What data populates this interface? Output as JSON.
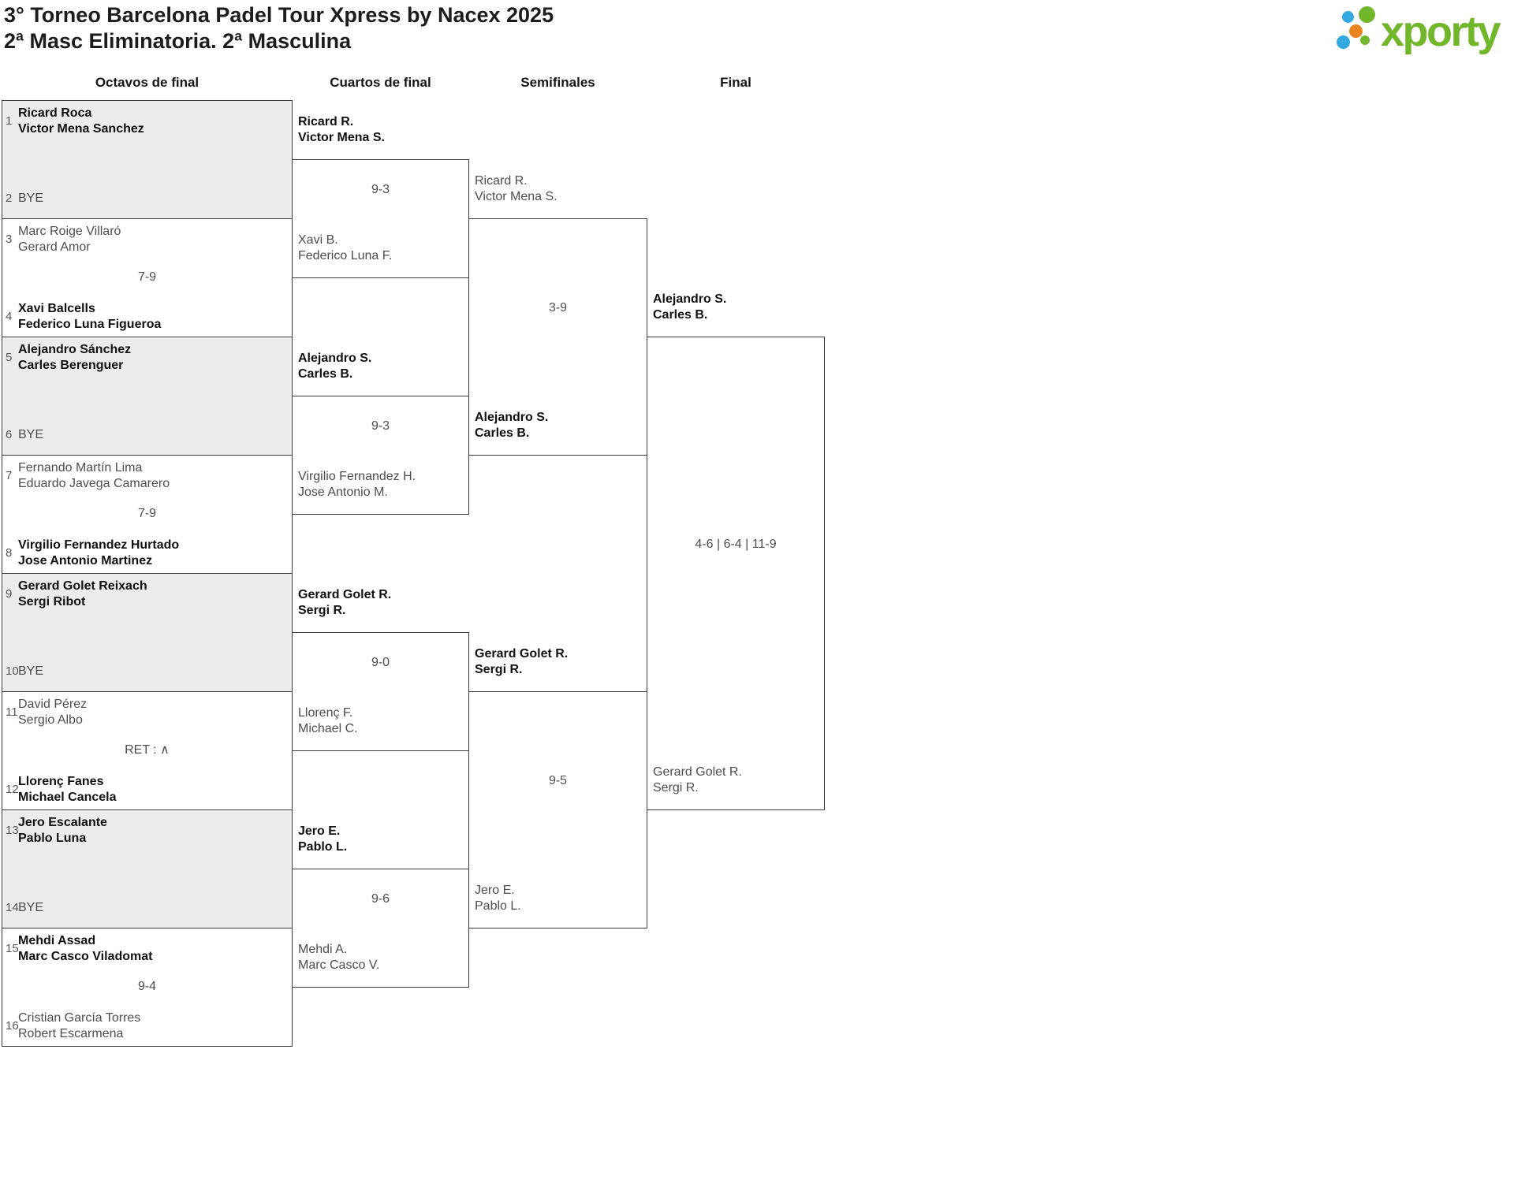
{
  "header": {
    "title_line1": "3° Torneo Barcelona Padel Tour Xpress by Nacex 2025",
    "title_line2": "2ª Masc Eliminatoria. 2ª Masculina",
    "logo": {
      "text": "xporty"
    }
  },
  "rounds": [
    "Octavos de final",
    "Cuartos de final",
    "Semifinales",
    "Final"
  ],
  "colors": {
    "bye_background": "#ececec",
    "box_border": "#3d3d3d",
    "winner_text": "#111111",
    "normal_text": "#4d4d4d",
    "logo_green": "#72b62c",
    "logo_blue": "#33a9e0",
    "logo_orange": "#ea8420"
  },
  "bracket": {
    "round_of_16": [
      {
        "seed_top": "1",
        "team_top": [
          "Ricard Roca",
          "Victor Mena Sanchez"
        ],
        "top_winner": true,
        "seed_bottom": "2",
        "team_bottom": [
          "BYE"
        ],
        "bottom_winner": false,
        "score": "",
        "bye": true
      },
      {
        "seed_top": "3",
        "team_top": [
          "Marc Roige Villaró",
          "Gerard Amor"
        ],
        "top_winner": false,
        "seed_bottom": "4",
        "team_bottom": [
          "Xavi Balcells",
          "Federico Luna Figueroa"
        ],
        "bottom_winner": true,
        "score": "7-9",
        "bye": false
      },
      {
        "seed_top": "5",
        "team_top": [
          "Alejandro Sánchez",
          "Carles Berenguer"
        ],
        "top_winner": true,
        "seed_bottom": "6",
        "team_bottom": [
          "BYE"
        ],
        "bottom_winner": false,
        "score": "",
        "bye": true
      },
      {
        "seed_top": "7",
        "team_top": [
          "Fernando Martín Lima",
          "Eduardo Javega Camarero"
        ],
        "top_winner": false,
        "seed_bottom": "8",
        "team_bottom": [
          "Virgilio Fernandez Hurtado",
          "Jose Antonio Martinez"
        ],
        "bottom_winner": true,
        "score": "7-9",
        "bye": false
      },
      {
        "seed_top": "9",
        "team_top": [
          "Gerard Golet Reixach",
          "Sergi Ribot"
        ],
        "top_winner": true,
        "seed_bottom": "10",
        "team_bottom": [
          "BYE"
        ],
        "bottom_winner": false,
        "score": "",
        "bye": true
      },
      {
        "seed_top": "11",
        "team_top": [
          "David Pérez",
          "Sergio Albo"
        ],
        "top_winner": false,
        "seed_bottom": "12",
        "team_bottom": [
          "Llorenç Fanes",
          "Michael Cancela"
        ],
        "bottom_winner": true,
        "score": "RET : ∧",
        "bye": false
      },
      {
        "seed_top": "13",
        "team_top": [
          "Jero Escalante",
          "Pablo Luna"
        ],
        "top_winner": true,
        "seed_bottom": "14",
        "team_bottom": [
          "BYE"
        ],
        "bottom_winner": false,
        "score": "",
        "bye": true
      },
      {
        "seed_top": "15",
        "team_top": [
          "Mehdi Assad",
          "Marc Casco Viladomat"
        ],
        "top_winner": true,
        "seed_bottom": "16",
        "team_bottom": [
          "Cristian García Torres",
          "Robert Escarmena"
        ],
        "bottom_winner": false,
        "score": "9-4",
        "bye": false
      }
    ],
    "quarterfinals": [
      {
        "team_top": [
          "Ricard R.",
          "Victor Mena S."
        ],
        "top_winner": true,
        "team_bottom": [
          "Xavi B.",
          "Federico Luna F."
        ],
        "bottom_winner": false,
        "score": "9-3"
      },
      {
        "team_top": [
          "Alejandro S.",
          "Carles B."
        ],
        "top_winner": true,
        "team_bottom": [
          "Virgilio Fernandez H.",
          "Jose Antonio M."
        ],
        "bottom_winner": false,
        "score": "9-3"
      },
      {
        "team_top": [
          "Gerard Golet R.",
          "Sergi R."
        ],
        "top_winner": true,
        "team_bottom": [
          "Llorenç F.",
          "Michael C."
        ],
        "bottom_winner": false,
        "score": "9-0"
      },
      {
        "team_top": [
          "Jero E.",
          "Pablo L."
        ],
        "top_winner": true,
        "team_bottom": [
          "Mehdi A.",
          "Marc Casco V."
        ],
        "bottom_winner": false,
        "score": "9-6"
      }
    ],
    "semifinals": [
      {
        "team_top": [
          "Ricard R.",
          "Victor Mena S."
        ],
        "top_winner": false,
        "team_bottom": [
          "Alejandro S.",
          "Carles B."
        ],
        "bottom_winner": true,
        "score": "3-9"
      },
      {
        "team_top": [
          "Gerard Golet R.",
          "Sergi R."
        ],
        "top_winner": true,
        "team_bottom": [
          "Jero E.",
          "Pablo L."
        ],
        "bottom_winner": false,
        "score": "9-5"
      }
    ],
    "final": [
      {
        "team_top": [
          "Alejandro S.",
          "Carles B."
        ],
        "top_winner": true,
        "team_bottom": [
          "Gerard Golet R.",
          "Sergi R."
        ],
        "bottom_winner": false,
        "score": "4-6 | 6-4 | 11-9"
      }
    ]
  }
}
